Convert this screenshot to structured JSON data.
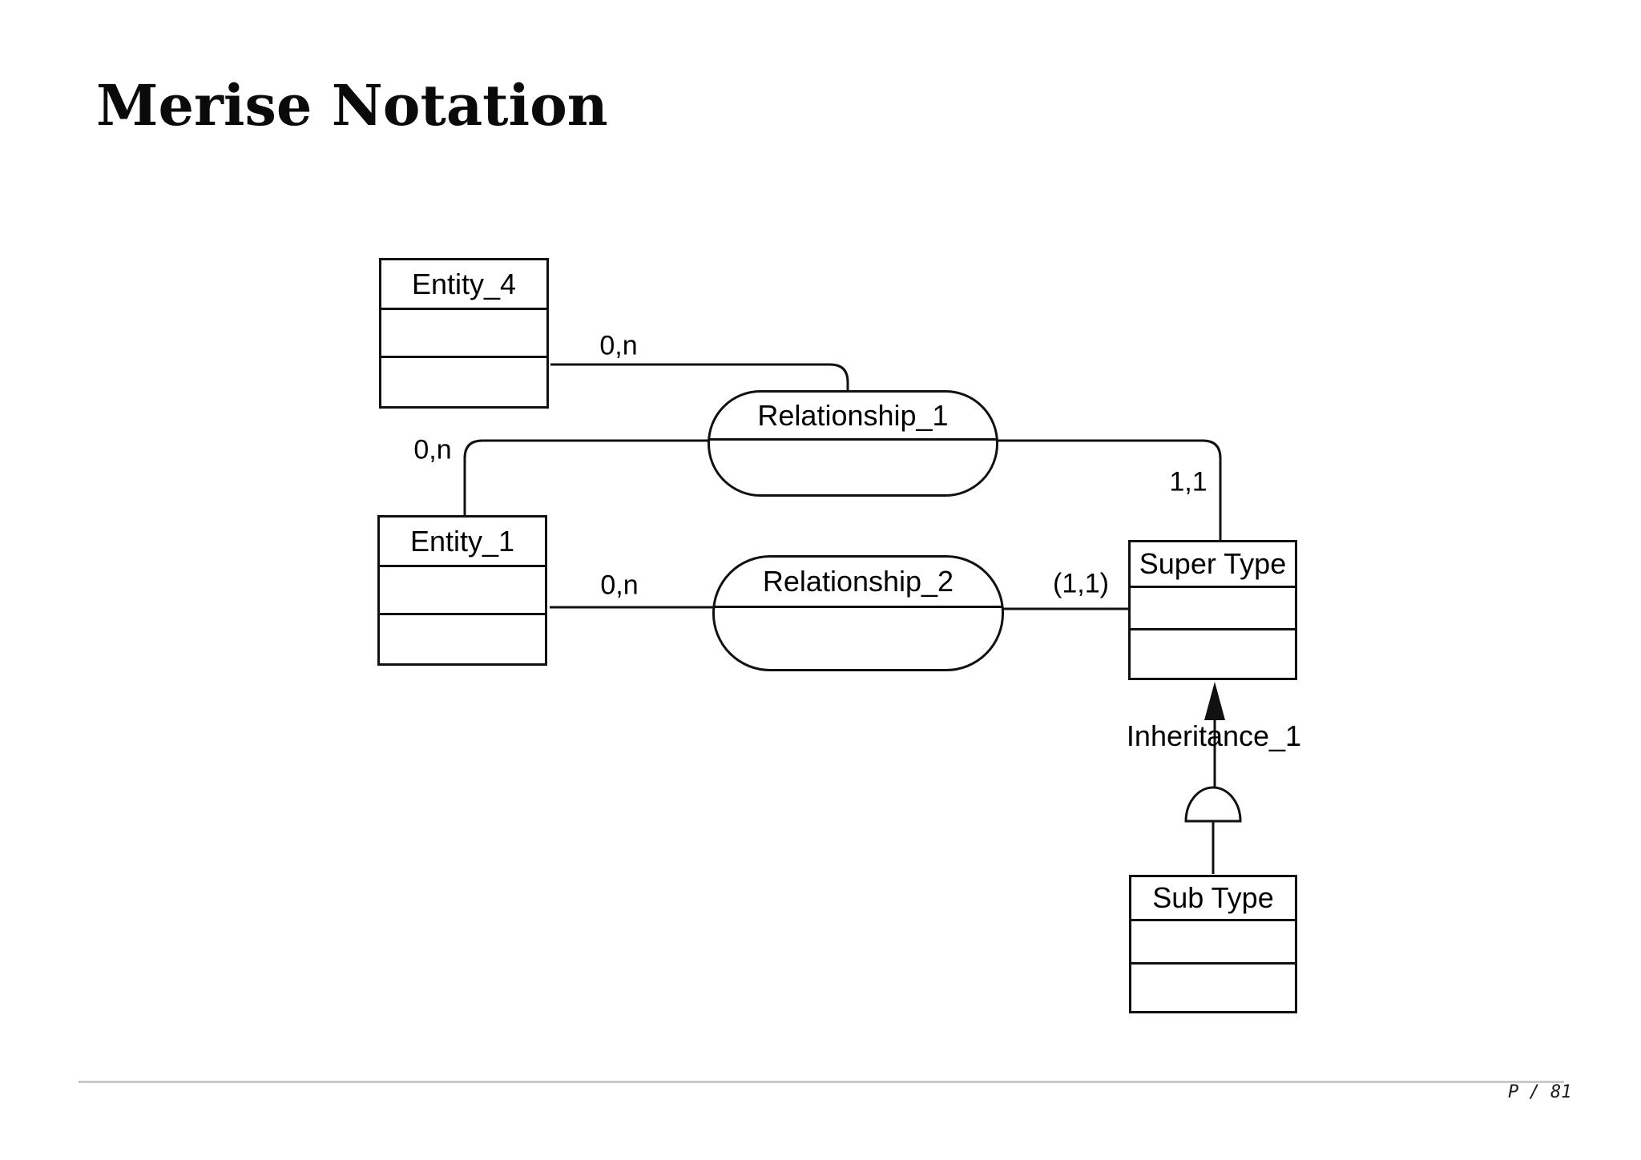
{
  "page": {
    "title": "Merise Notation",
    "footer": {
      "page_label": "P / 81"
    }
  },
  "diagram": {
    "entities": [
      {
        "name": "Entity_4"
      },
      {
        "name": "Entity_1"
      },
      {
        "name": "Super Type"
      },
      {
        "name": "Sub Type"
      }
    ],
    "relationships": [
      {
        "name": "Relationship_1"
      },
      {
        "name": "Relationship_2"
      }
    ],
    "inheritance": {
      "name": "Inheritance_1"
    },
    "cardinalities": [
      {
        "label": "0,n"
      },
      {
        "label": "0,n"
      },
      {
        "label": "0,n"
      },
      {
        "label": "1,1"
      },
      {
        "label": "(1,1)"
      }
    ],
    "colors": {
      "line": "#111111",
      "footer_line": "#c9c9c9",
      "background": "#ffffff"
    }
  }
}
